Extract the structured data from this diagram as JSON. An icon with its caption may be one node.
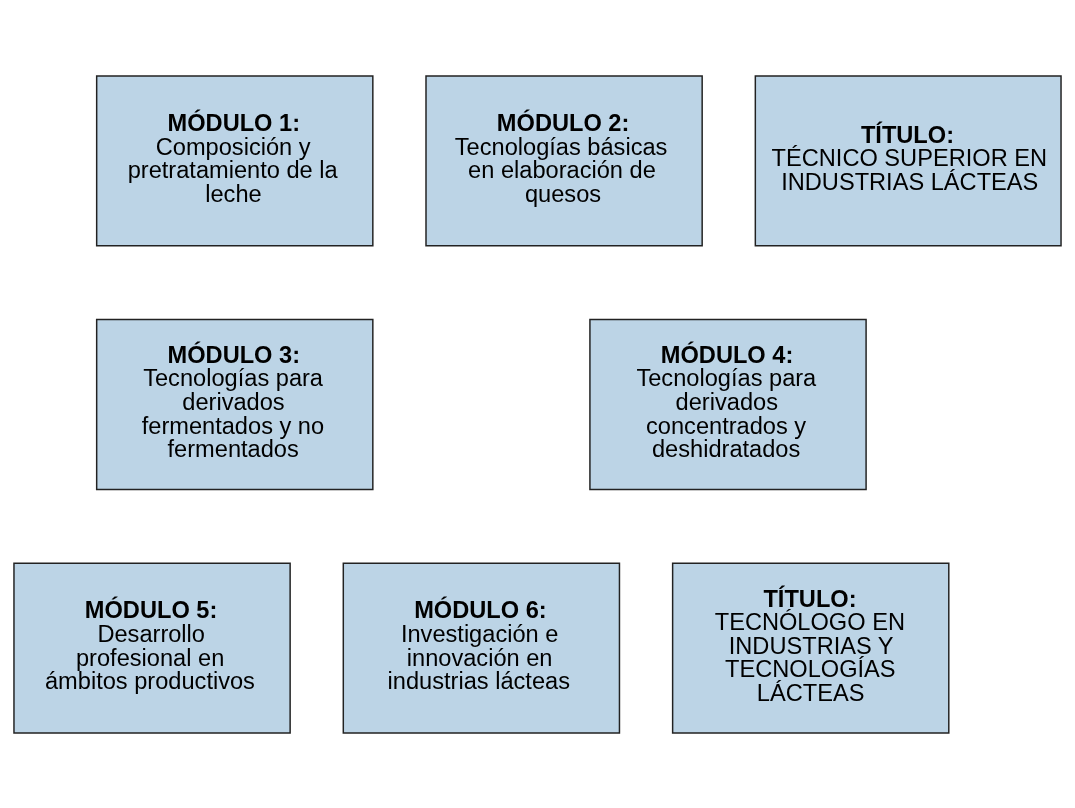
{
  "diagram": {
    "nodes": [
      {
        "text": [
          "MÓDULO 1:",
          "Composición y pretratamiento de la leche"
        ]
      },
      {
        "text": [
          "MÓDULO 2:",
          "Tecnologías básicas en elaboración de quesos"
        ]
      },
      {
        "text": [
          "TÍTULO:",
          "TÉCNICO SUPERIOR EN INDUSTRIAS LÁCTEAS"
        ]
      },
      {
        "text": [
          "MÓDULO 3:",
          "Tecnologías para derivados fermentados y no fermentados"
        ]
      },
      {
        "text": [
          "MÓDULO 4:",
          "Tecnologías para derivados concentrados y deshidratados"
        ]
      },
      {
        "text": [
          "MÓDULO 5:",
          "Desarrollo profesional en ámbitos productivos"
        ]
      },
      {
        "text": [
          "MÓDULO 6:",
          "Investigación e innovación en industrias lácteas"
        ]
      },
      {
        "text": [
          "TÍTULO:",
          "TECNÓLOGO EN INDUSTRIAS Y TECNOLOGÍAS LÁCTEAS"
        ]
      }
    ]
  }
}
